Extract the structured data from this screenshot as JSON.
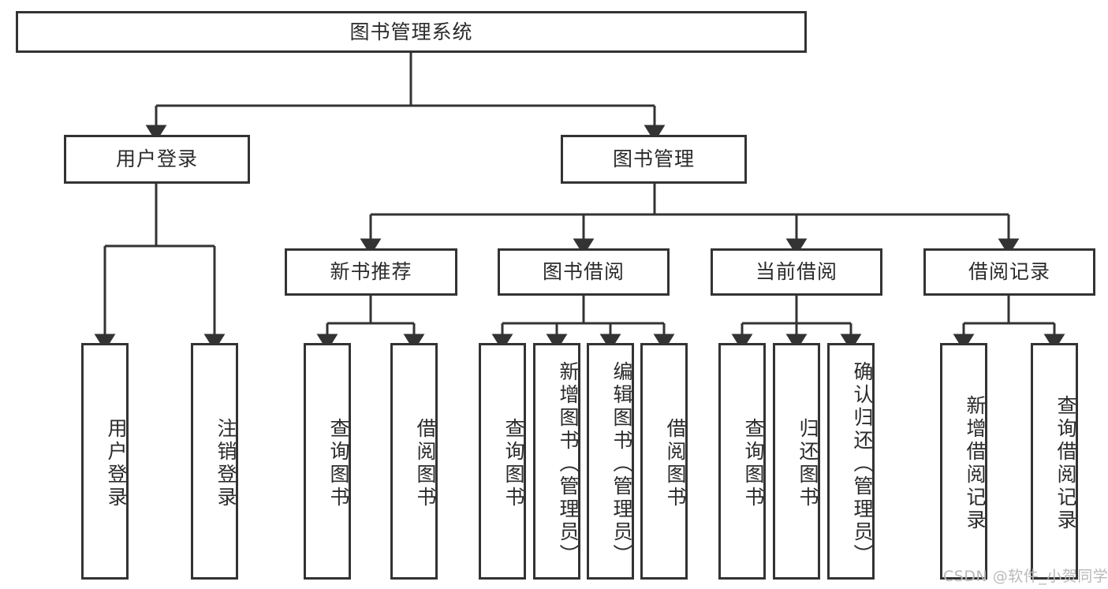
{
  "diagram": {
    "title": "图书管理系统",
    "type": "tree-hierarchy-diagram",
    "root": {
      "id": "root",
      "label": "图书管理系统",
      "orientation": "horizontal"
    },
    "level2": [
      {
        "id": "user-login",
        "label": "用户登录",
        "orientation": "horizontal"
      },
      {
        "id": "book-management",
        "label": "图书管理",
        "orientation": "horizontal"
      }
    ],
    "level3": [
      {
        "id": "new-book-recommend",
        "label": "新书推荐",
        "orientation": "horizontal",
        "parent": "book-management"
      },
      {
        "id": "book-borrow",
        "label": "图书借阅",
        "orientation": "horizontal",
        "parent": "book-management"
      },
      {
        "id": "current-borrow",
        "label": "当前借阅",
        "orientation": "horizontal",
        "parent": "book-management"
      },
      {
        "id": "borrow-record",
        "label": "借阅记录",
        "orientation": "horizontal",
        "parent": "book-management"
      }
    ],
    "leaves": [
      {
        "id": "leaf-user-login",
        "label": "用户登录",
        "orientation": "vertical",
        "parent": "user-login"
      },
      {
        "id": "leaf-logout-login",
        "label": "注销登录",
        "orientation": "vertical",
        "parent": "user-login"
      },
      {
        "id": "leaf-query-book-a",
        "label": "查询图书",
        "orientation": "vertical",
        "parent": "new-book-recommend"
      },
      {
        "id": "leaf-borrow-book-a",
        "label": "借阅图书",
        "orientation": "vertical",
        "parent": "new-book-recommend"
      },
      {
        "id": "leaf-query-book-b",
        "label": "查询图书",
        "orientation": "vertical",
        "parent": "book-borrow"
      },
      {
        "id": "leaf-add-book",
        "label": "新增图书（管理员）",
        "orientation": "vertical",
        "parent": "book-borrow"
      },
      {
        "id": "leaf-edit-book",
        "label": "编辑图书（管理员）",
        "orientation": "vertical",
        "parent": "book-borrow"
      },
      {
        "id": "leaf-borrow-book-b",
        "label": "借阅图书",
        "orientation": "vertical",
        "parent": "book-borrow"
      },
      {
        "id": "leaf-query-book-c",
        "label": "查询图书",
        "orientation": "vertical",
        "parent": "current-borrow"
      },
      {
        "id": "leaf-return-book",
        "label": "归还图书",
        "orientation": "vertical",
        "parent": "current-borrow"
      },
      {
        "id": "leaf-confirm-return",
        "label": "确认归还（管理员）",
        "orientation": "vertical",
        "parent": "current-borrow"
      },
      {
        "id": "leaf-add-record",
        "label": "新增借阅记录",
        "orientation": "vertical",
        "parent": "borrow-record"
      },
      {
        "id": "leaf-query-record",
        "label": "查询借阅记录",
        "orientation": "vertical",
        "parent": "borrow-record"
      }
    ],
    "colors": {
      "border": "#333333",
      "background": "#ffffff",
      "text": "#2b2b2b",
      "watermark": "#b9b9b9"
    }
  },
  "watermark": {
    "text": "CSDN @软件_小贺同学"
  }
}
